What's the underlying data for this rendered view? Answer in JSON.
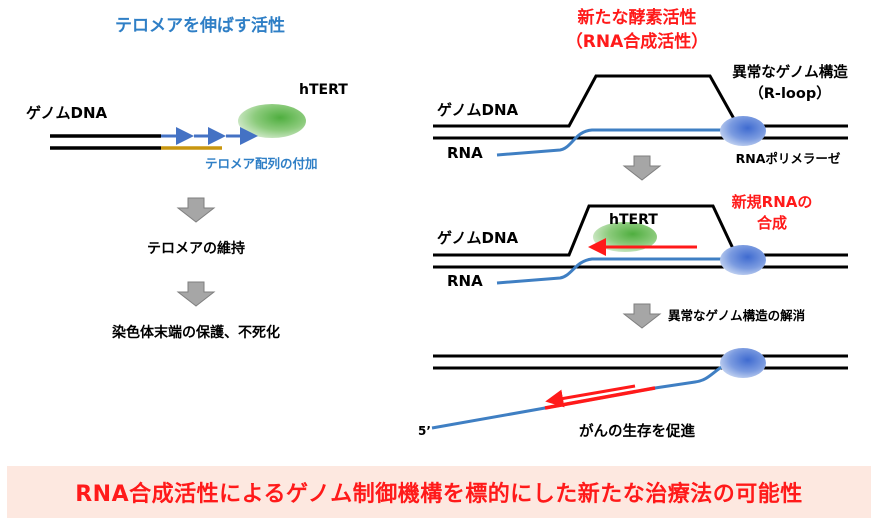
{
  "left": {
    "title": "テロメアを伸ばす活性",
    "genome_label": "ゲノムDNA",
    "htert_label": "hTERT",
    "telomere_add_label": "テロメア配列の付加",
    "step1": "テロメアの維持",
    "step2": "染色体末端の保護、不死化"
  },
  "right": {
    "title_line1": "新たな酵素活性",
    "title_line2": "（RNA合成活性）",
    "rloop_line1": "異常なゲノム構造",
    "rloop_line2": "（R-loop）",
    "panel1": {
      "genome_label": "ゲノムDNA",
      "rna_label": "RNA",
      "polymerase_label": "RNAポリメラーゼ"
    },
    "panel2": {
      "genome_label": "ゲノムDNA",
      "rna_label": "RNA",
      "htert_label": "hTERT",
      "new_rna_line1": "新規RNAの",
      "new_rna_line2": "合成"
    },
    "resolve_label": "異常なゲノム構造の解消",
    "five_prime": "5’",
    "cancer_label": "がんの生存を促進"
  },
  "banner": "RNA合成活性によるゲノム制御機構を標的にした新たな治療法の可能性",
  "colors": {
    "title_blue": "#2f7fc6",
    "accent_red": "#ff1a1a",
    "rna_blue": "#3f7fc3",
    "telomere_gold": "#c8960f",
    "htert_green": "#4fae3f",
    "polymerase_blue": "#4a76c8",
    "arrow_gray": "#a6a6a6",
    "banner_bg": "#fde8e0"
  }
}
